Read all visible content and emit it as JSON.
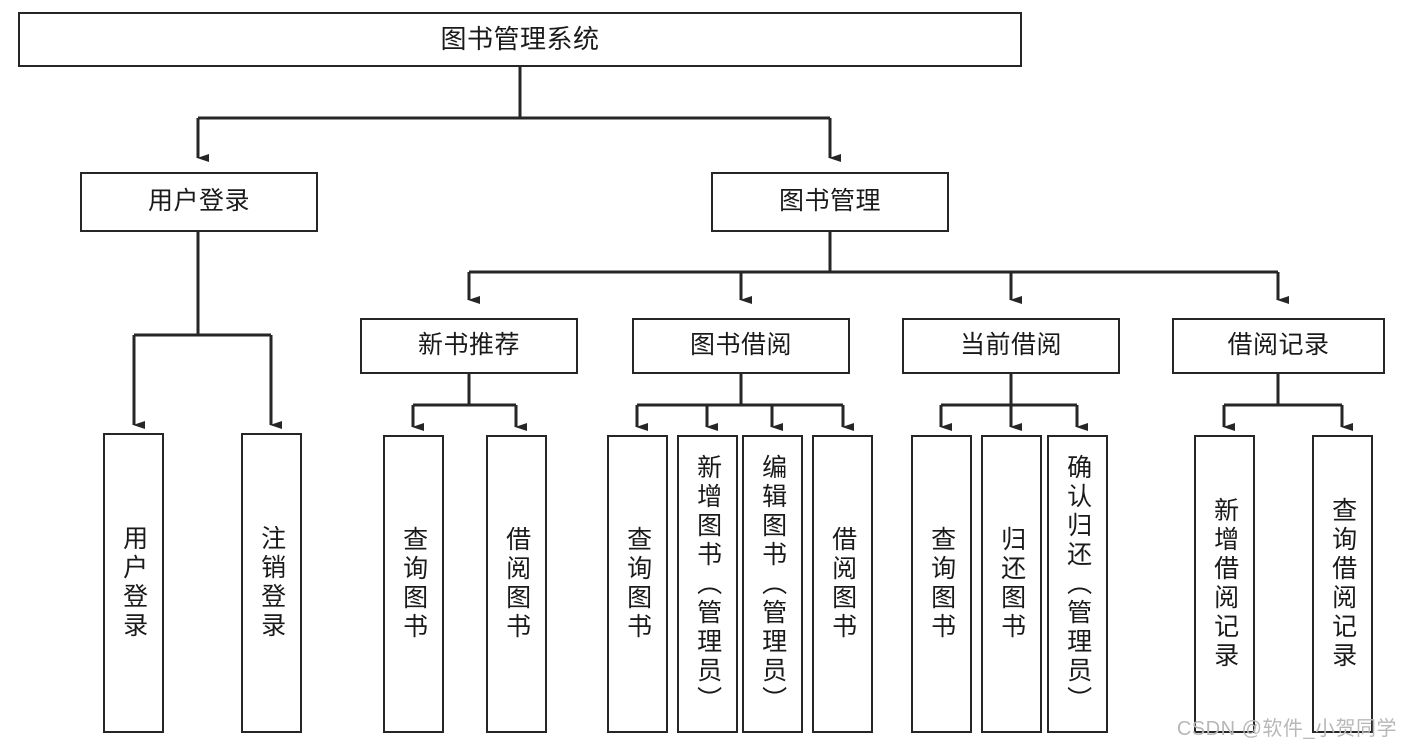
{
  "diagram": {
    "title": "图书管理系统",
    "type": "functional-structure-tree",
    "watermark": "CSDN @软件_小贺同学",
    "colors": {
      "box_border": "#262626",
      "box_fill": "#ffffff",
      "connector": "#262626",
      "text": "#1a1a1a",
      "watermark": "#b8b8b8"
    },
    "nodes": {
      "root": {
        "label": "图书管理系统"
      },
      "level1": [
        {
          "id": "user-login",
          "label": "用户登录"
        },
        {
          "id": "book-management",
          "label": "图书管理"
        }
      ],
      "level2": [
        {
          "id": "new-book-recommend",
          "label": "新书推荐"
        },
        {
          "id": "book-borrow",
          "label": "图书借阅"
        },
        {
          "id": "current-borrow",
          "label": "当前借阅"
        },
        {
          "id": "borrow-record",
          "label": "借阅记录"
        }
      ],
      "leaves": {
        "user_login": [
          {
            "id": "leaf-user-login",
            "label": "用户登录"
          },
          {
            "id": "leaf-logout-login",
            "label": "注销登录"
          }
        ],
        "new_book_recommend": [
          {
            "id": "leaf-query-book-1",
            "label": "查询图书"
          },
          {
            "id": "leaf-borrow-book-1",
            "label": "借阅图书"
          }
        ],
        "book_borrow": [
          {
            "id": "leaf-query-book-2",
            "label": "查询图书"
          },
          {
            "id": "leaf-add-book",
            "label": "新增图书（管理员）"
          },
          {
            "id": "leaf-edit-book",
            "label": "编辑图书（管理员）"
          },
          {
            "id": "leaf-borrow-book-2",
            "label": "借阅图书"
          }
        ],
        "current_borrow": [
          {
            "id": "leaf-query-book-3",
            "label": "查询图书"
          },
          {
            "id": "leaf-return-book",
            "label": "归还图书"
          },
          {
            "id": "leaf-confirm-return",
            "label": "确认归还（管理员）"
          }
        ],
        "borrow_record": [
          {
            "id": "leaf-add-borrow-record",
            "label": "新增借阅记录"
          },
          {
            "id": "leaf-query-borrow-record",
            "label": "查询借阅记录"
          }
        ]
      }
    }
  }
}
